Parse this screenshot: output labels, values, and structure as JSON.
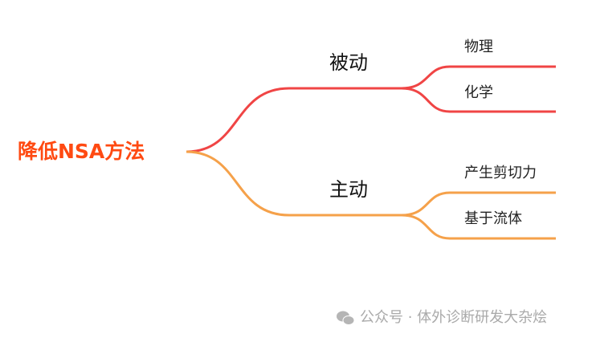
{
  "root": "降低NSA方法",
  "colors": {
    "root": "#ff4a12",
    "passive": "#f04545",
    "active": "#f5a14a"
  },
  "branches": [
    {
      "label": "被动",
      "children": [
        "物理",
        "化学"
      ]
    },
    {
      "label": "主动",
      "children": [
        "产生剪切力",
        "基于流体"
      ]
    }
  ],
  "watermark": {
    "icon": "wechat-icon",
    "text": "公众号 · 体外诊断研发大杂烩"
  }
}
